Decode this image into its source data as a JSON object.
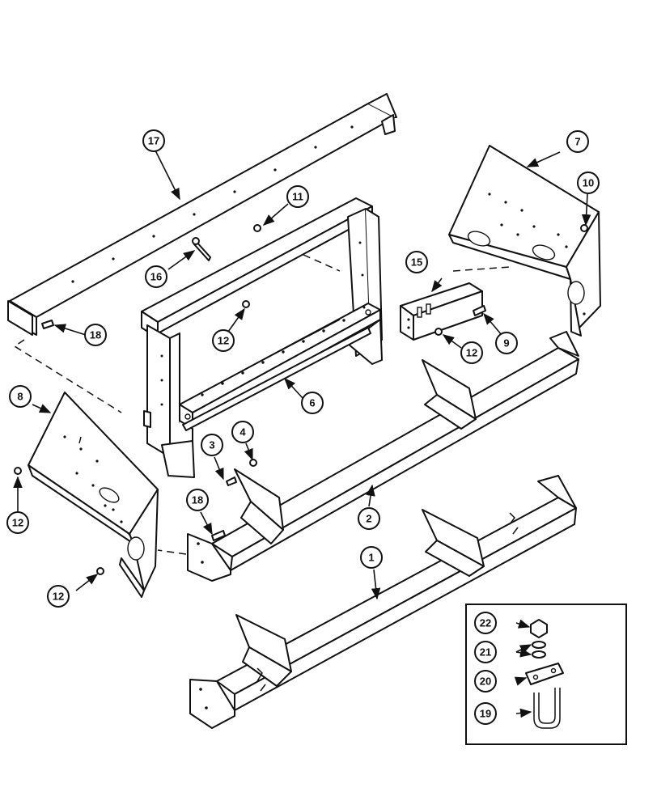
{
  "callouts": {
    "c1": "1",
    "c2": "2",
    "c3": "3",
    "c4": "4",
    "c6": "6",
    "c7": "7",
    "c8": "8",
    "c9": "9",
    "c10": "10",
    "c11": "11",
    "c12a": "12",
    "c12b": "12",
    "c12c": "12",
    "c12d": "12",
    "c15": "15",
    "c16": "16",
    "c17": "17",
    "c18a": "18",
    "c18b": "18",
    "c19": "19",
    "c20": "20",
    "c21": "21",
    "c22": "22"
  }
}
